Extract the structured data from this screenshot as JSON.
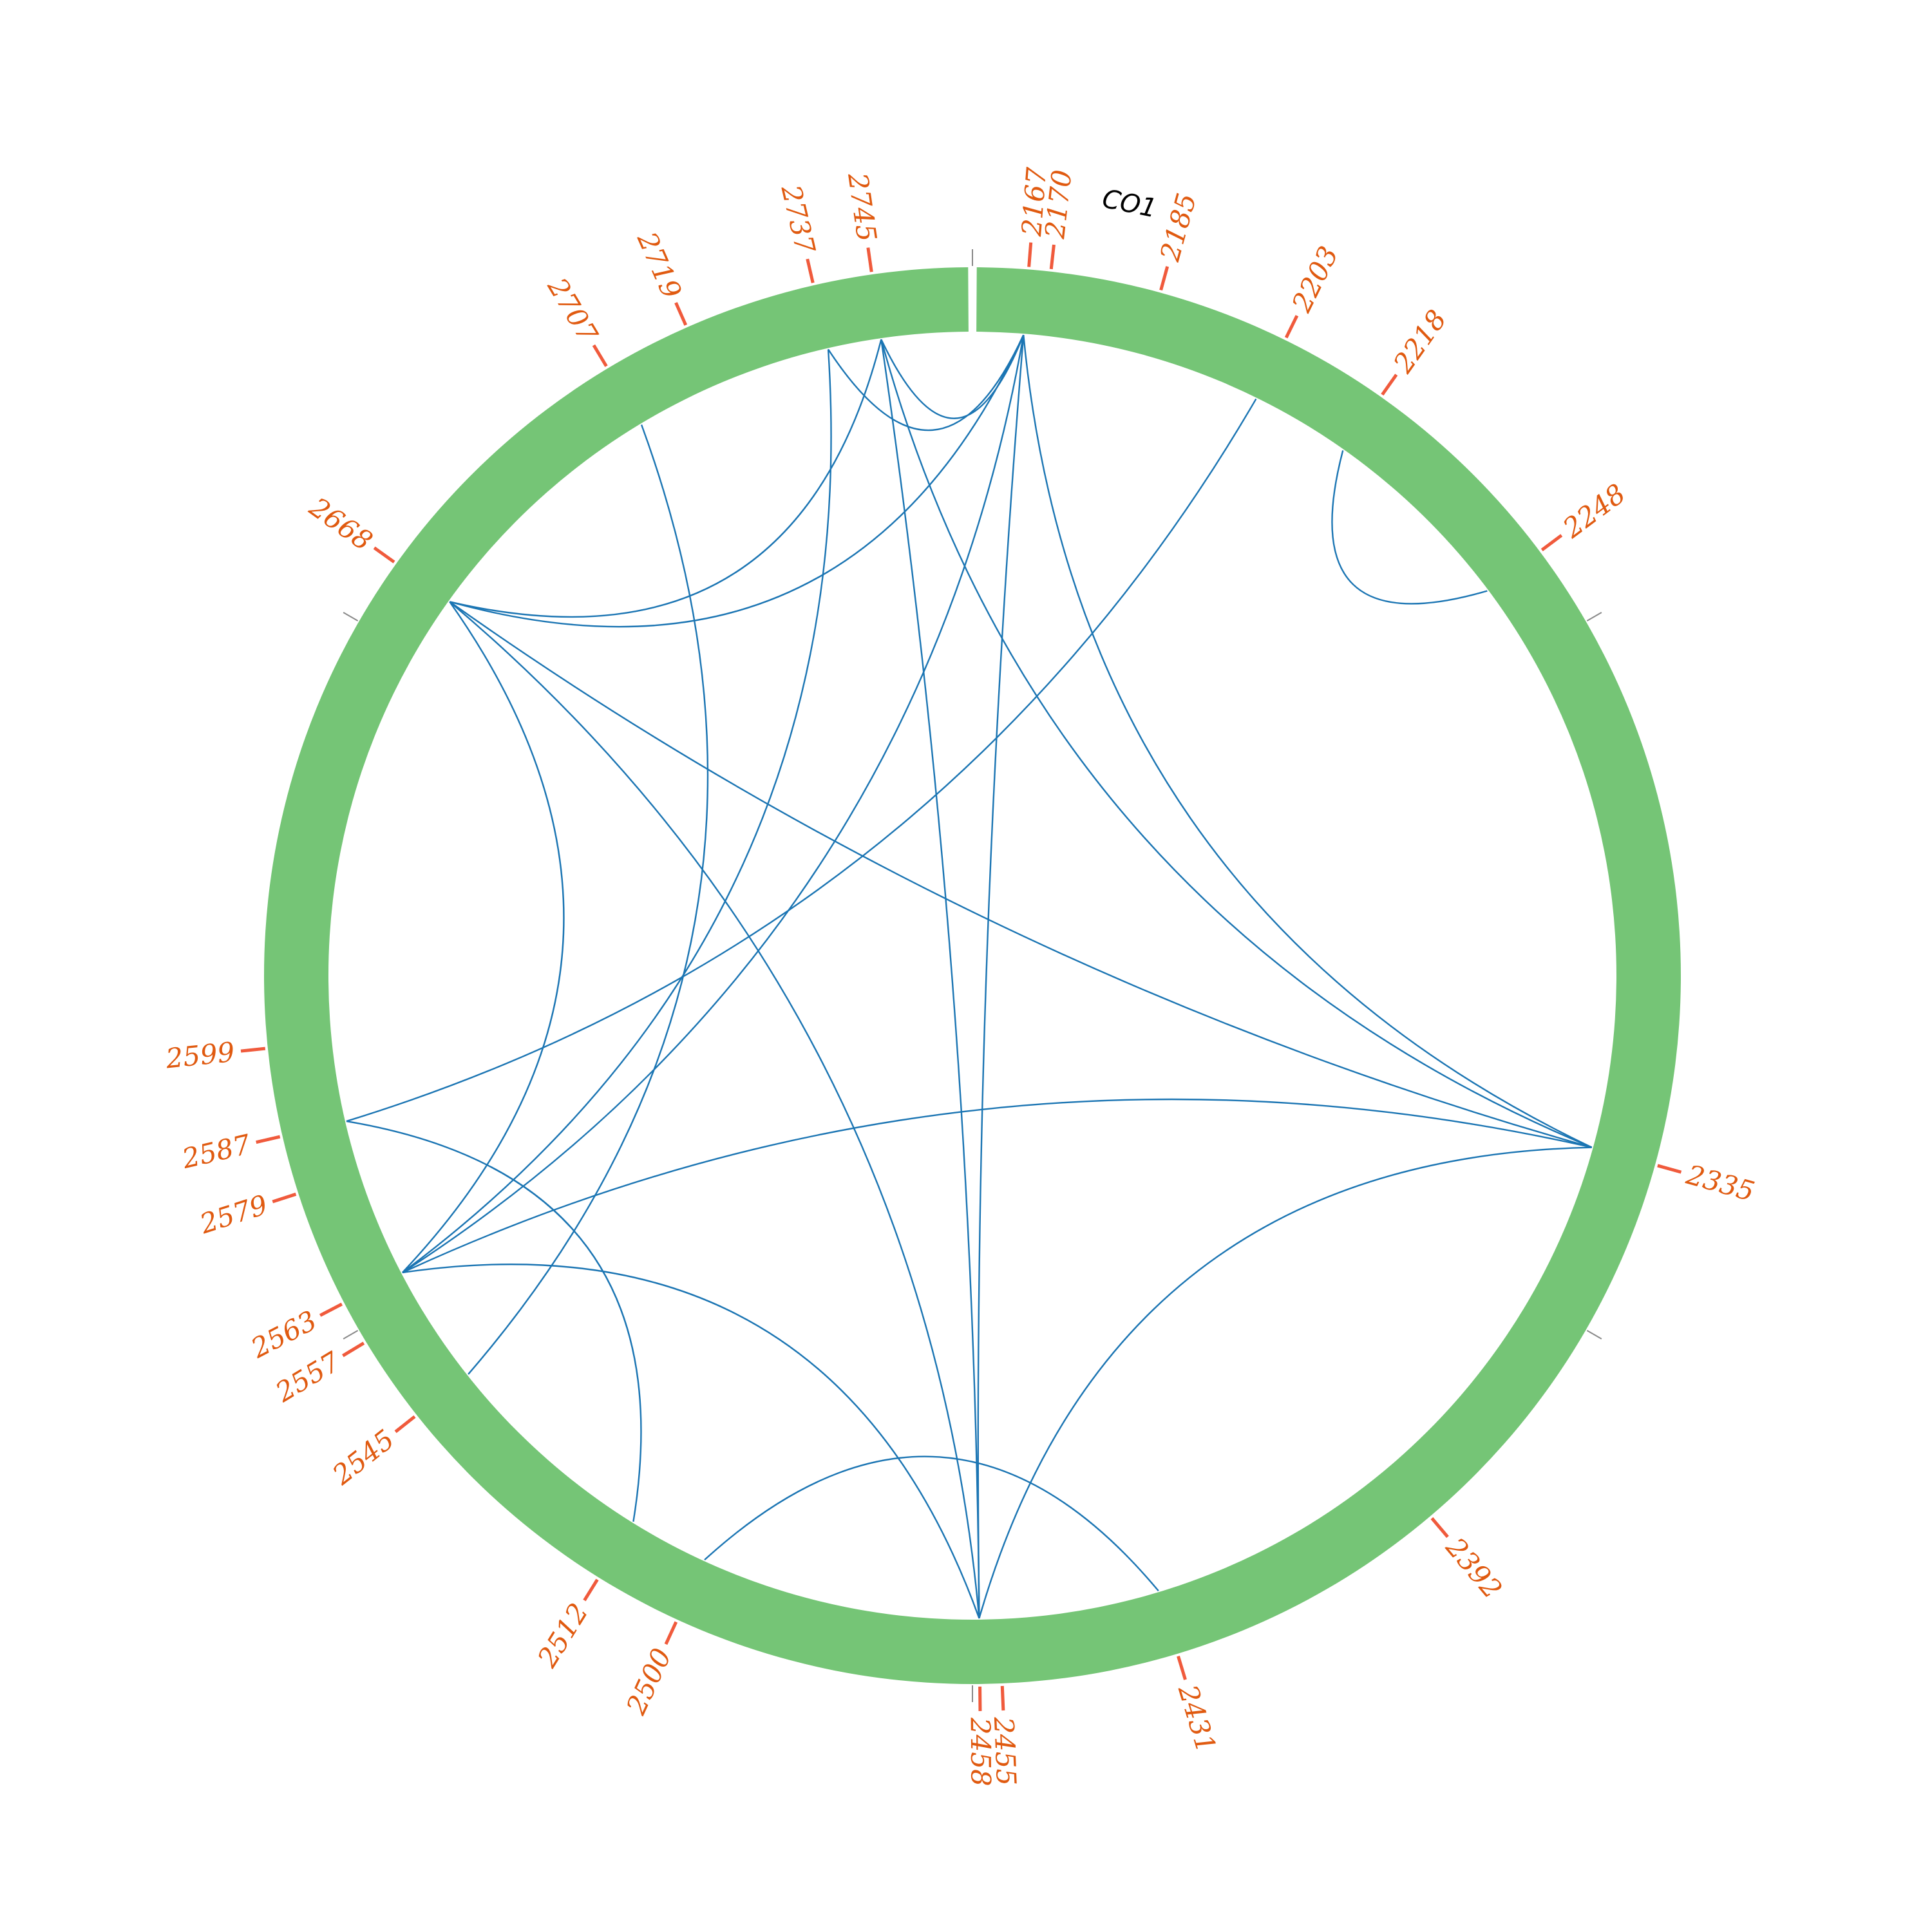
{
  "chromosome": {
    "label": "CO1",
    "start": 2160,
    "end": 2758,
    "ring_color": "#75c576",
    "link_color": "#1b75b3",
    "label_color": "#e05a10",
    "tick_color": "#f05a3c"
  },
  "positions": [
    2167,
    2170,
    2185,
    2203,
    2218,
    2248,
    2335,
    2392,
    2431,
    2455,
    2458,
    2500,
    2512,
    2545,
    2557,
    2563,
    2579,
    2587,
    2599,
    2668,
    2707,
    2719,
    2737,
    2745
  ],
  "position_labels": [
    "2167",
    "2170",
    "2185",
    "2203",
    "2218",
    "2248",
    "2335",
    "2392",
    "2431",
    "2455",
    "2458",
    "2500",
    "2512",
    "2545",
    "2557",
    "2563",
    "2579",
    "2587",
    "2599",
    "2668",
    "2707",
    "2719",
    "2737",
    "2745"
  ],
  "links": [
    [
      2167,
      2458
    ],
    [
      2167,
      2335
    ],
    [
      2167,
      2668
    ],
    [
      2167,
      2563
    ],
    [
      2167,
      2737
    ],
    [
      2167,
      2745
    ],
    [
      2218,
      2248
    ],
    [
      2203,
      2587
    ],
    [
      2745,
      2335
    ],
    [
      2745,
      2668
    ],
    [
      2745,
      2458
    ],
    [
      2707,
      2545
    ],
    [
      2668,
      2335
    ],
    [
      2668,
      2563
    ],
    [
      2668,
      2458
    ],
    [
      2335,
      2563
    ],
    [
      2335,
      2458
    ],
    [
      2563,
      2737
    ],
    [
      2587,
      2512
    ],
    [
      2458,
      2563
    ],
    [
      2500,
      2431
    ]
  ]
}
